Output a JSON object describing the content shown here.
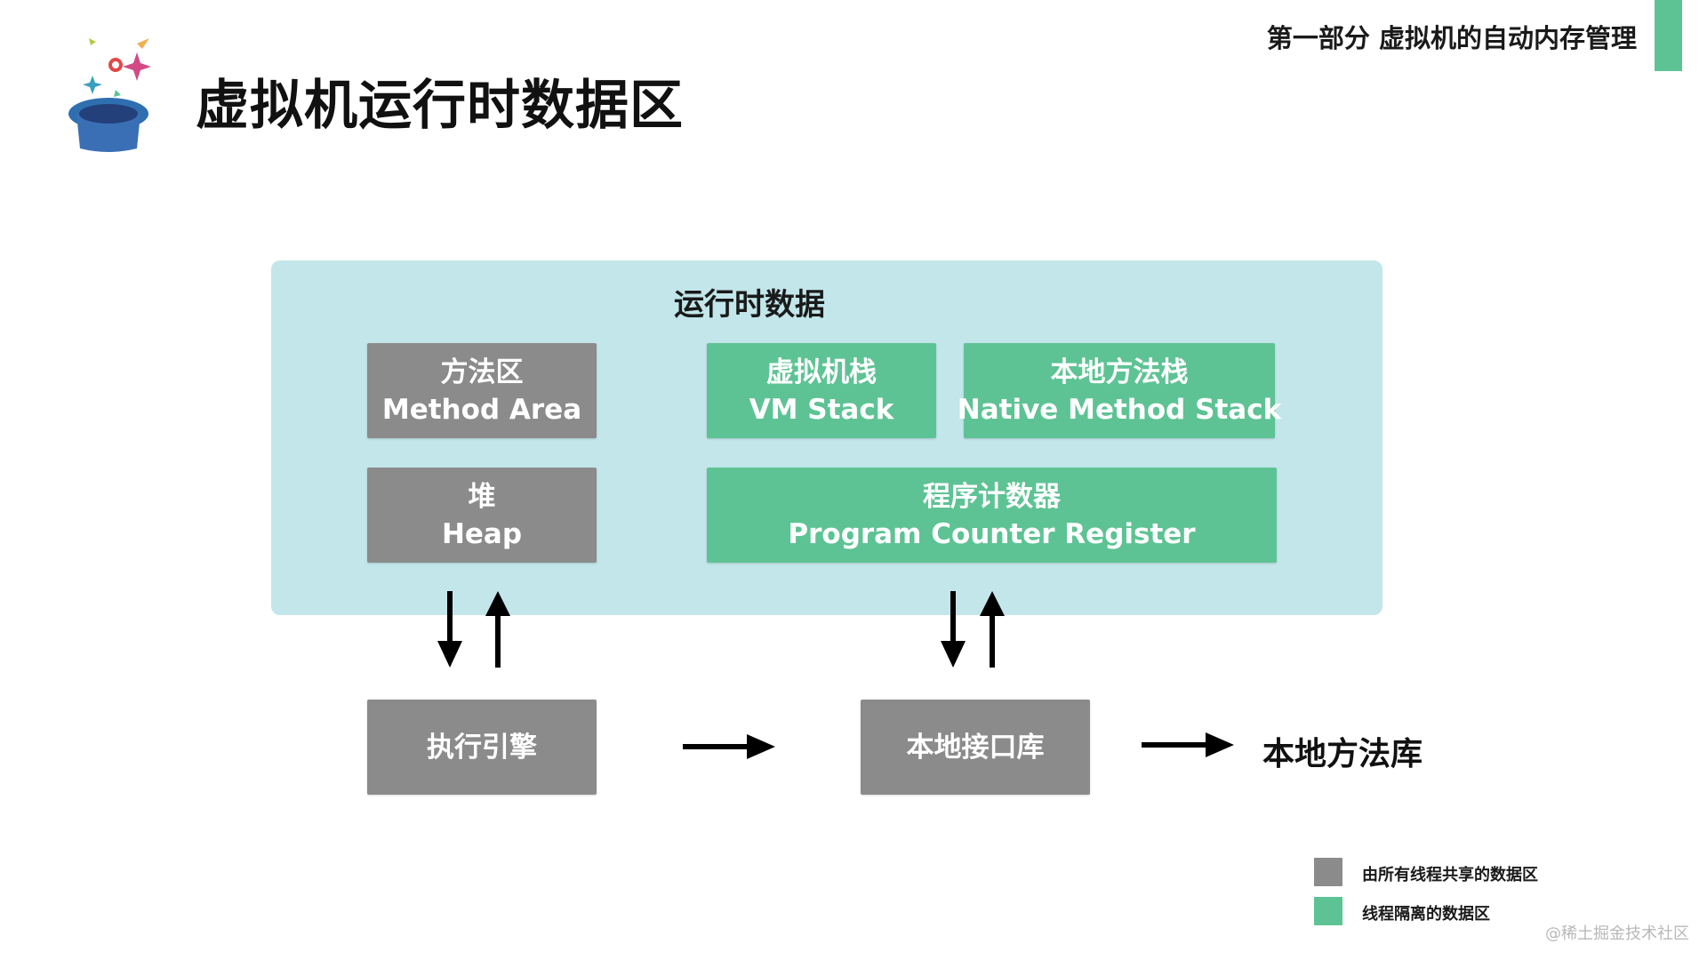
{
  "header": {
    "section_title": "第一部分 虚拟机的自动内存管理",
    "page_title": "虚拟机运行时数据区"
  },
  "colors": {
    "shared_gray": "#8b8b8b",
    "isolated_green": "#5ec394",
    "panel_blue": "#c2e6ea",
    "accent": "#5ec394"
  },
  "runtime_area": {
    "title": "运行时数据",
    "method_area": {
      "cn": "方法区",
      "en": "Method Area"
    },
    "heap": {
      "cn": "堆",
      "en": "Heap"
    },
    "vm_stack": {
      "cn": "虚拟机栈",
      "en": "VM Stack"
    },
    "native_method_stack": {
      "cn": "本地方法栈",
      "en": "Native Method Stack"
    },
    "program_counter": {
      "cn": "程序计数器",
      "en": "Program Counter Register"
    }
  },
  "bottom": {
    "execution_engine": "执行引擎",
    "native_interface": "本地接口库",
    "native_library": "本地方法库"
  },
  "legend": {
    "shared": "由所有线程共享的数据区",
    "isolated": "线程隔离的数据区"
  },
  "watermark": "@稀土掘金技术社区",
  "icons": {
    "logo": "magic-hat-icon",
    "arrows": "arrow-icon"
  }
}
